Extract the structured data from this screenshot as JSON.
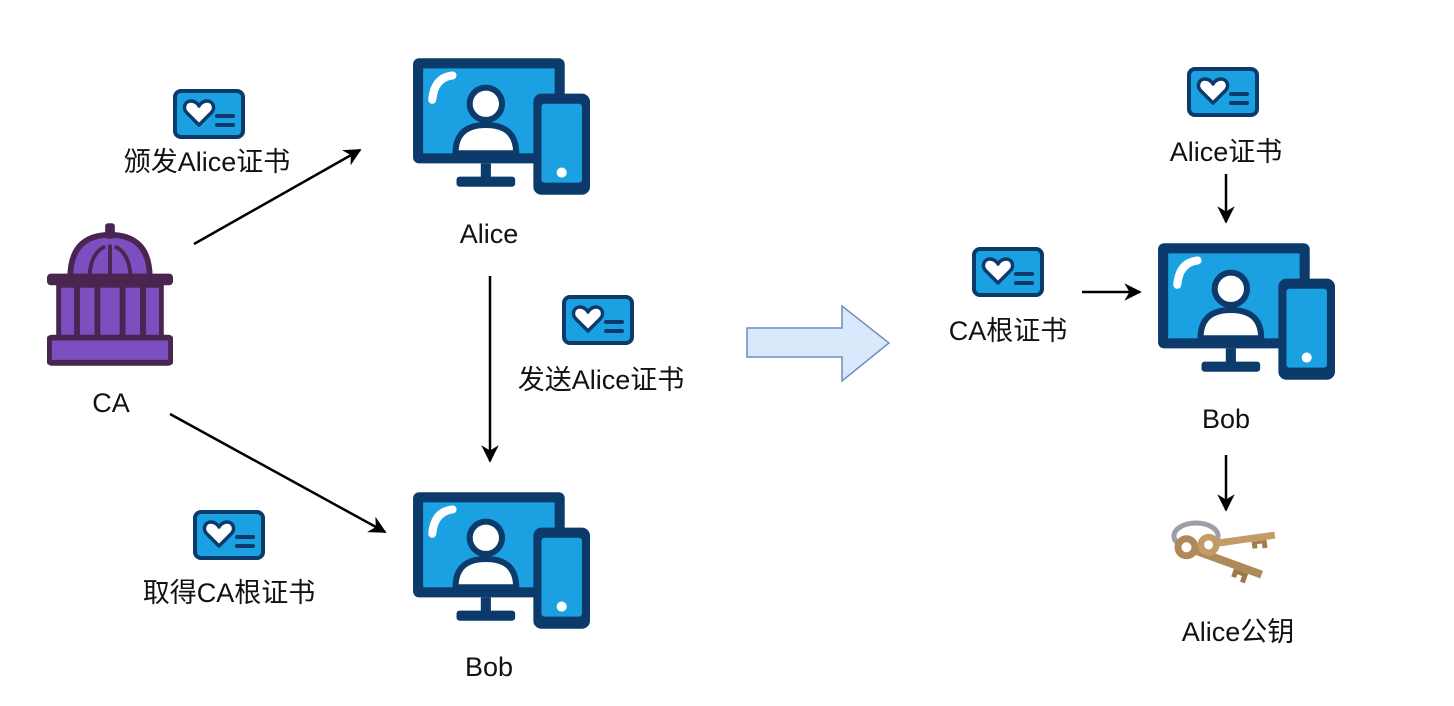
{
  "nodes": {
    "ca": "CA",
    "alice": "Alice",
    "bob_left": "Bob",
    "bob_right": "Bob"
  },
  "edges": {
    "issue": "颁发Alice证书",
    "obtain_root": "取得CA根证书",
    "send": "发送Alice证书"
  },
  "verify": {
    "alice_cert": "Alice证书",
    "ca_root_cert": "CA根证书",
    "alice_public_key": "Alice公钥"
  },
  "icons": {
    "ca": "institution-building-icon",
    "device": "computer-and-phone-user-icon",
    "certificate": "certificate-card-icon",
    "key": "keys-icon",
    "transition": "block-arrow-right-icon"
  },
  "colors": {
    "device_fill": "#1ba1e2",
    "device_outline": "#0b3a6b",
    "ca_fill": "#7b4fbf",
    "ca_outline": "#4a2550",
    "block_arrow_fill": "#dae8fc",
    "block_arrow_stroke": "#6c8ebf",
    "key_color": "#b0895a"
  }
}
